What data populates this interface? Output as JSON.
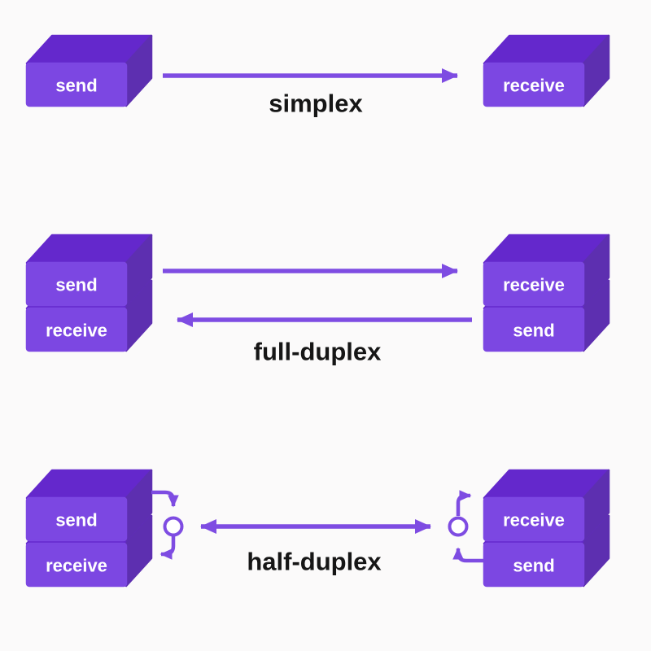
{
  "colors": {
    "background": "#fbfafa",
    "box_front": "#7c47e2",
    "box_top": "#6428cc",
    "box_side": "#5d2fb0",
    "arrow": "#7e4ce2",
    "node_fill": "#ffffff",
    "label_text": "#161616",
    "box_text": "#ffffff"
  },
  "sections": {
    "simplex": {
      "label": "simplex",
      "left_box": "send",
      "right_box": "receive"
    },
    "full_duplex": {
      "label": "full-duplex",
      "left_top_box": "send",
      "left_bottom_box": "receive",
      "right_top_box": "receive",
      "right_bottom_box": "send"
    },
    "half_duplex": {
      "label": "half-duplex",
      "left_top_box": "send",
      "left_bottom_box": "receive",
      "right_top_box": "receive",
      "right_bottom_box": "send"
    }
  }
}
